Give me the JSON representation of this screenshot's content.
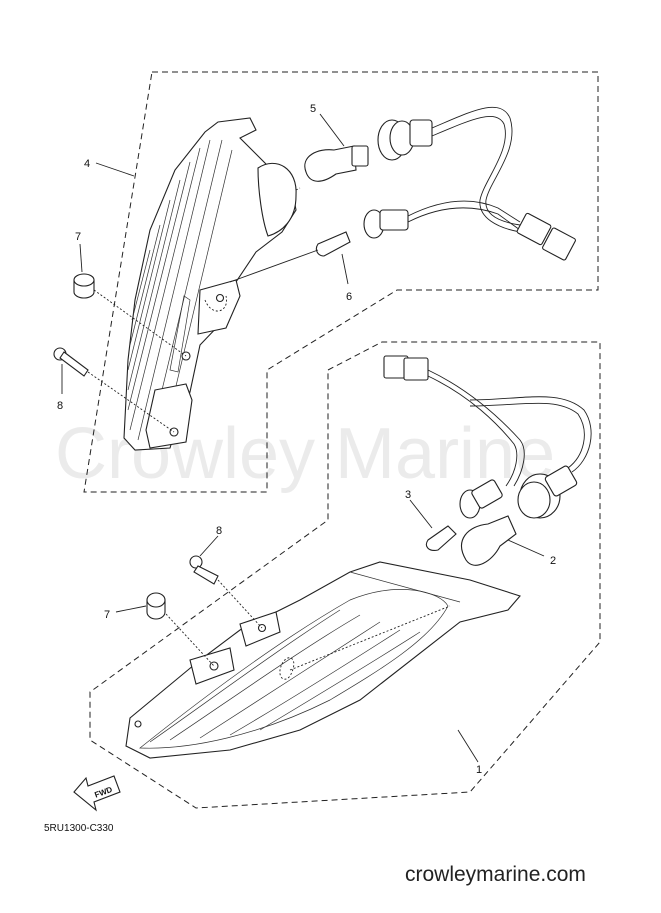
{
  "callouts": {
    "c1": "1",
    "c2": "2",
    "c3": "3",
    "c4": "4",
    "c5": "5",
    "c6": "6",
    "c7a": "7",
    "c8a": "8",
    "c7b": "7",
    "c8b": "8"
  },
  "fwd_label": "FWD",
  "diagram_code": "5RU1300-C330",
  "watermark": "Crowley Marine",
  "site_url": "crowleymarine.com"
}
